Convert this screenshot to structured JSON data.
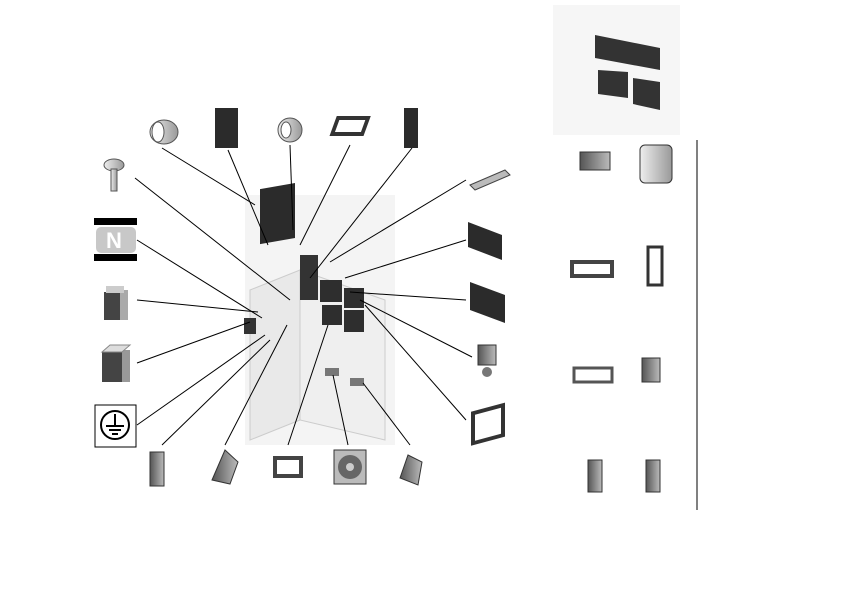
{
  "neutral_label": {
    "text": "N"
  },
  "colors": {
    "part_dark": "#2b2b2b",
    "part_mid": "#8a8a8a",
    "part_light": "#d8d8d8",
    "leader": "#000000"
  },
  "icons": [
    "neutral-terminal-label",
    "earth-ground-symbol",
    "cooling-fan",
    "ferrite-core",
    "cable-clamp"
  ]
}
